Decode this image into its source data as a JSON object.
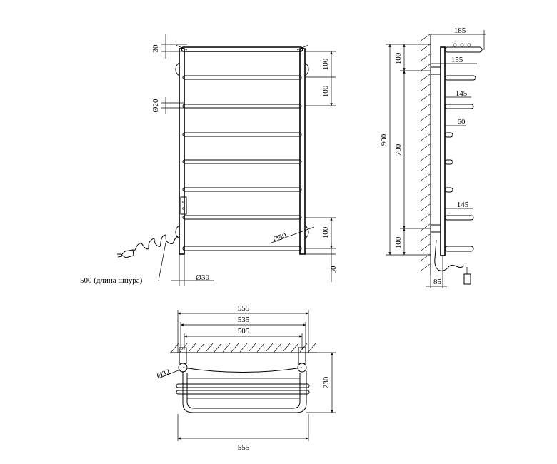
{
  "front_view": {
    "dim_top_bar": "30",
    "dim_bar_gap_1": "100",
    "dim_bar_gap_2": "100",
    "dim_tube_diameter": "Ø20",
    "dim_bottom_gap": "100",
    "dim_bottom_offset": "30",
    "dim_mount_diameter": "Ø50",
    "dim_rail_diameter": "Ø30",
    "cord_length_label": "500 (длина шнура)"
  },
  "side_view": {
    "dim_depth_top": "185",
    "dim_depth_155": "155",
    "dim_depth_145_top": "145",
    "dim_depth_60": "60",
    "dim_depth_145_bottom": "145",
    "dim_depth_bottom": "85",
    "dim_total_height": "900",
    "dim_mount_distance": "700",
    "dim_top_mount": "100",
    "dim_bottom_mount": "100"
  },
  "top_view": {
    "dim_width_outer": "555",
    "dim_width_535": "535",
    "dim_width_505": "505",
    "dim_width_bottom": "555",
    "dim_depth": "230",
    "dim_mount_diameter": "Ø32"
  }
}
